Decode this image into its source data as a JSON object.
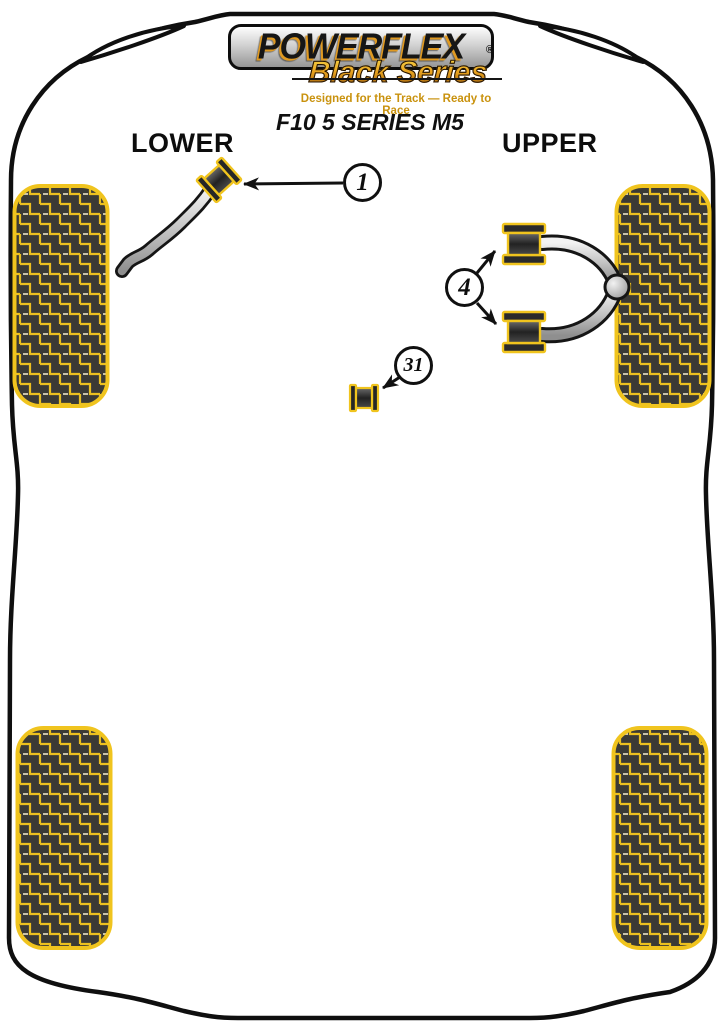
{
  "brand": {
    "name": "POWERFLEX",
    "registered_mark": "®",
    "series_label": "Black Series",
    "tagline": "Designed for the Track — Ready to Race"
  },
  "vehicle_title": "F10 5 SERIES M5",
  "section_labels": {
    "lower": "LOWER",
    "upper": "UPPER"
  },
  "callouts": [
    {
      "number": "1"
    },
    {
      "number": "4"
    },
    {
      "number": "31"
    }
  ],
  "colors": {
    "accent_gold": "#F0C41E",
    "logo_shadow_orange": "#E09A22",
    "tagline_gold": "#C9920E",
    "outline_black": "#111111",
    "tire_tread_dark": "#3B3A35",
    "arm_silver": "#C9C9C9"
  },
  "graphics": {
    "tires": [
      "front-left",
      "front-right",
      "rear-left",
      "rear-right"
    ],
    "parts": [
      "lower-arm-bushing",
      "upper-wishbone-bushings",
      "small-chassis-bushing"
    ]
  }
}
